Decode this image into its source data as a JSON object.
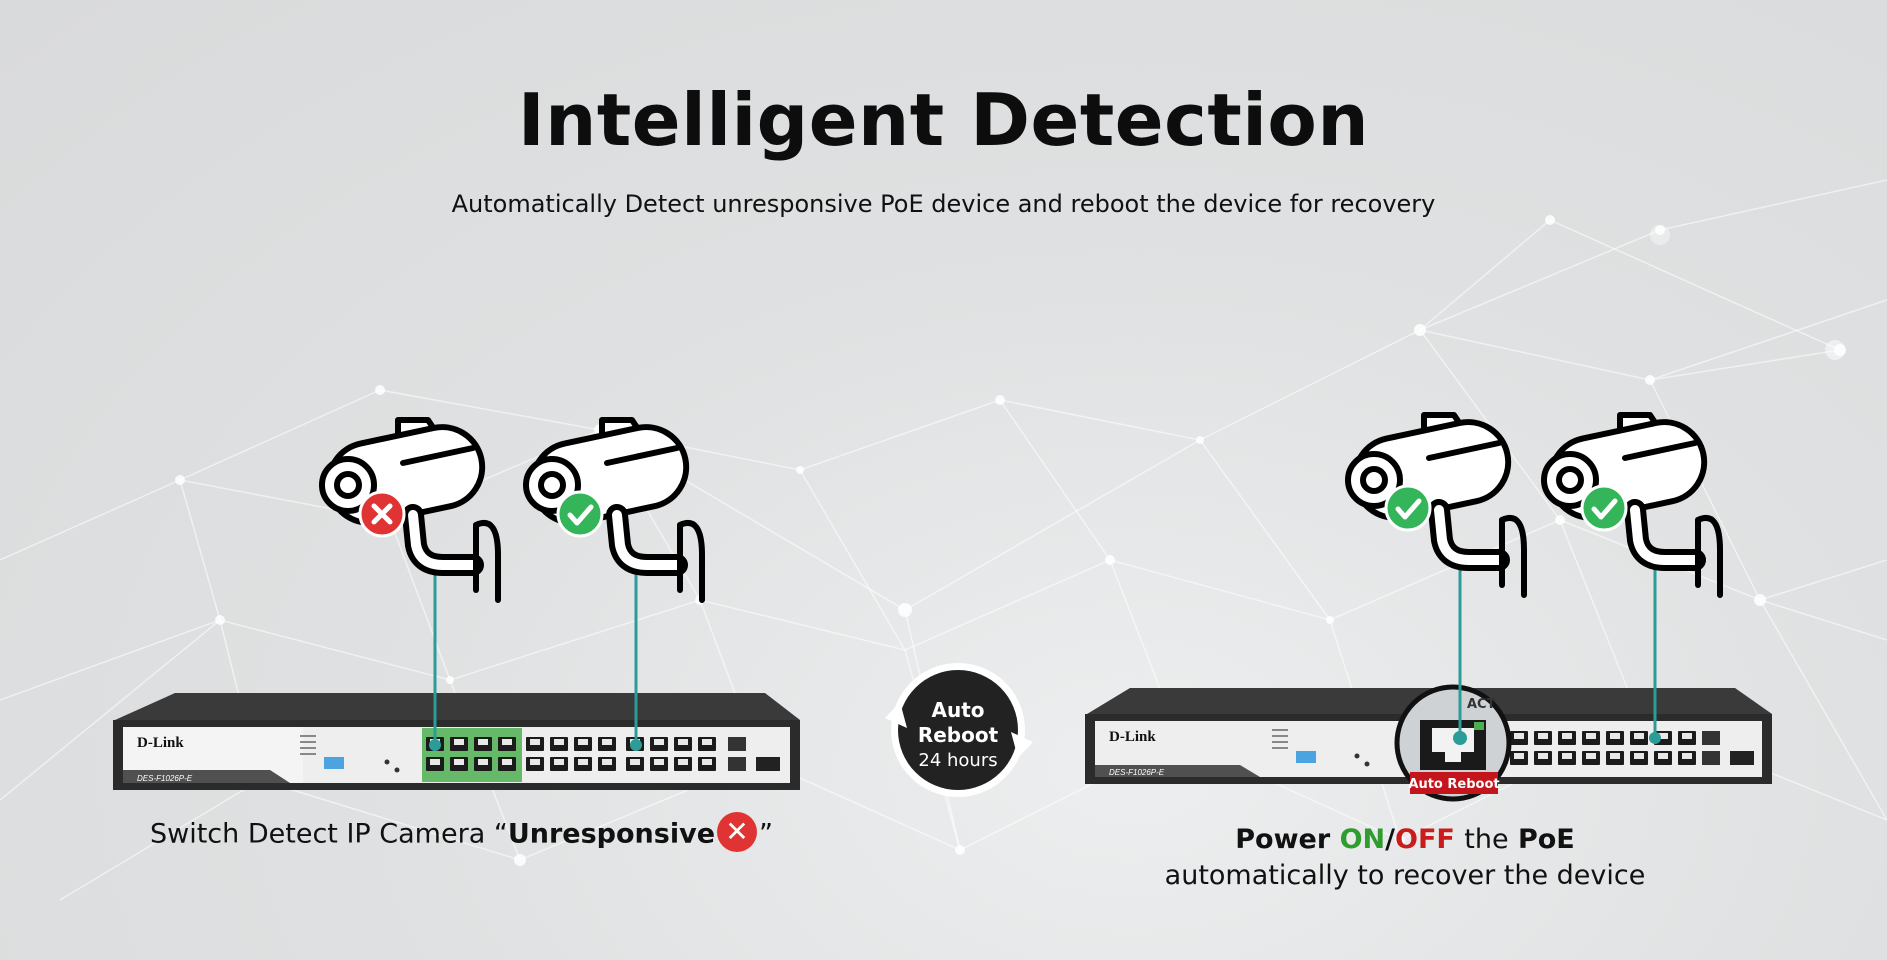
{
  "title": "Intelligent Detection",
  "subtitle": "Automatically Detect unresponsive PoE device and reboot the device for recovery",
  "left_switch": {
    "brand": "D-Link",
    "model": "DES-F1026P-E"
  },
  "right_switch": {
    "brand": "D-Link",
    "model": "DES-F1026P-E",
    "reboot_label": "Auto Reboot",
    "act_label": "ACT"
  },
  "auto_reboot_badge": {
    "line1": "Auto",
    "line2": "Reboot",
    "line3": "24 hours"
  },
  "caption_left": {
    "text": "Switch Detect IP Camera “",
    "emphasis": "Unresponsive",
    "close": "”",
    "badge_icon": "✕"
  },
  "caption_right": {
    "power": "Power",
    "on": "ON",
    "slash": "/",
    "off": "OFF",
    "the": "the",
    "poe": "PoE",
    "line2": "automatically to recover the device"
  },
  "colors": {
    "ok_green": "#35b559",
    "fail_red": "#e03434",
    "cable_teal": "#2b9c98",
    "on_green": "#2e9c2e",
    "off_red": "#c91d1d"
  },
  "cameras": [
    {
      "side": "left",
      "status": "error-icon"
    },
    {
      "side": "left",
      "status": "check-icon"
    },
    {
      "side": "right",
      "status": "check-icon"
    },
    {
      "side": "right",
      "status": "check-icon"
    }
  ]
}
